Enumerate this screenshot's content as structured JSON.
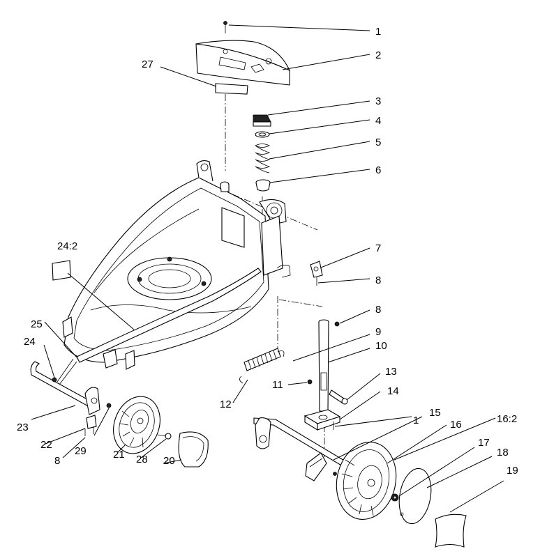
{
  "callouts": {
    "c1": "1",
    "c2": "2",
    "c3": "3",
    "c4": "4",
    "c5": "5",
    "c6": "6",
    "c7": "7",
    "c8a": "8",
    "c8b": "8",
    "c8c": "8",
    "c9": "9",
    "c10": "10",
    "c11": "11",
    "c12": "12",
    "c13": "13",
    "c14": "14",
    "c1b": "1",
    "c15": "15",
    "c16": "16",
    "c16b": "16:2",
    "c17": "17",
    "c18": "18",
    "c19": "19",
    "c20": "20",
    "c21": "21",
    "c22": "22",
    "c23": "23",
    "c24": "24",
    "c24b": "24:2",
    "c25": "25",
    "c27": "27",
    "c28": "28",
    "c29": "29"
  }
}
